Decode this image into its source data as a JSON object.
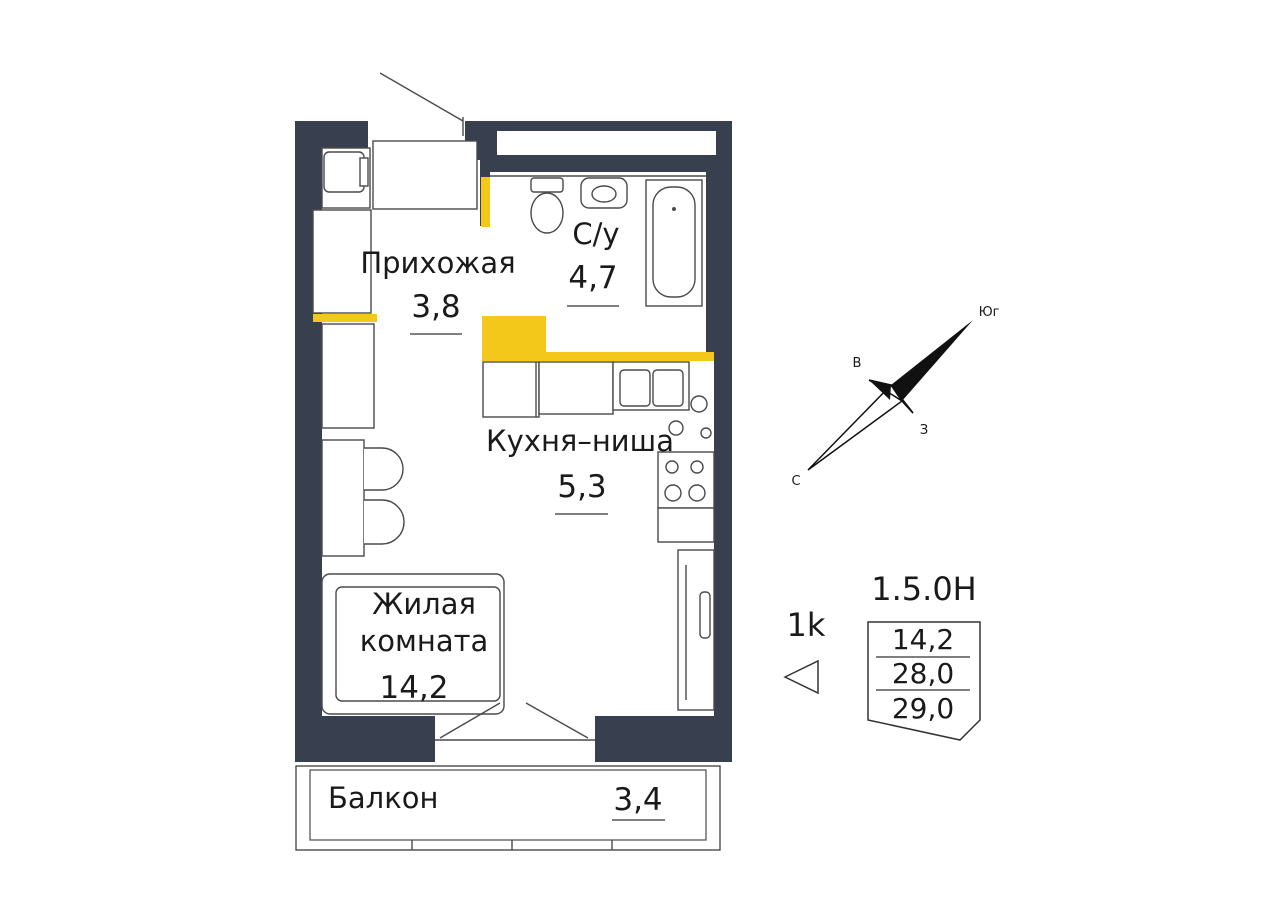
{
  "rooms": {
    "hallway": {
      "name": "Прихожая",
      "area": "3,8"
    },
    "bathroom": {
      "name": "С/у",
      "area": "4,7"
    },
    "kitchen": {
      "name": "Кухня–ниша",
      "area": "5,3"
    },
    "living": {
      "name_line1": "Жилая",
      "name_line2": "комната",
      "area": "14,2"
    },
    "balcony": {
      "name": "Балкон",
      "area": "3,4"
    }
  },
  "compass": {
    "north": "С",
    "south": "Юг",
    "east": "В",
    "west": "З"
  },
  "apartment": {
    "type": "1k",
    "code": "1.5.0Н",
    "areas": [
      "14,2",
      "28,0",
      "29,0"
    ]
  },
  "colors": {
    "wall": "#38404f",
    "accent": "#f3c81b",
    "line": "#333333"
  }
}
